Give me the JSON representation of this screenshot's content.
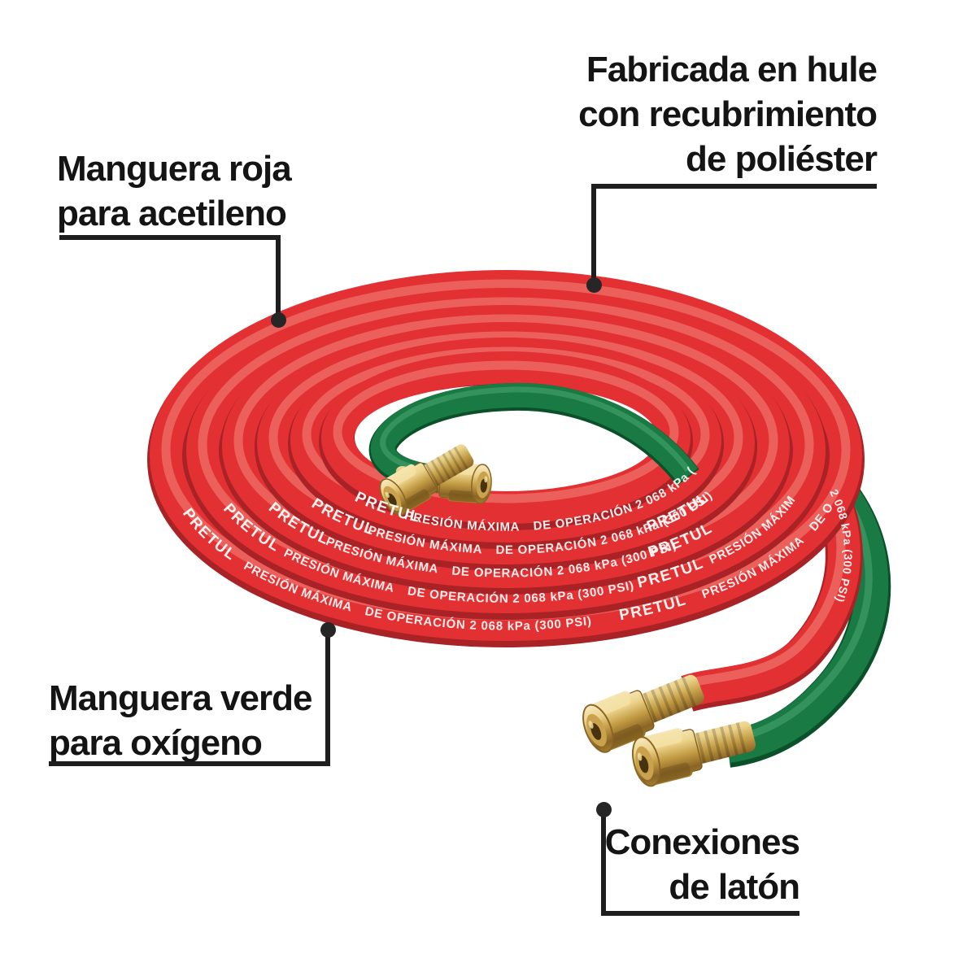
{
  "product": {
    "brand": "PRETUL",
    "print": "PRESIÓN MÁXIMA  DE OPERACIÓN 2 068 kPa (300 PSI)",
    "print_tail": "2 068 kPa (300 PSI)",
    "colors": {
      "hose_red": "#e23033",
      "hose_green": "#1a7a44",
      "brass": "#c9a24f",
      "print_white": "#ffffff",
      "callout_text": "#141414"
    }
  },
  "callouts": {
    "red_hose": {
      "line1": "Manguera roja",
      "line2": "para acetileno"
    },
    "coating": {
      "line1": "Fabricada en hule",
      "line2": "con recubrimiento",
      "line3": "de poliéster"
    },
    "green_hose": {
      "line1": "Manguera verde",
      "line2": "para oxígeno"
    },
    "brass": {
      "line1": "Conexiones",
      "line2": "de latón"
    }
  }
}
